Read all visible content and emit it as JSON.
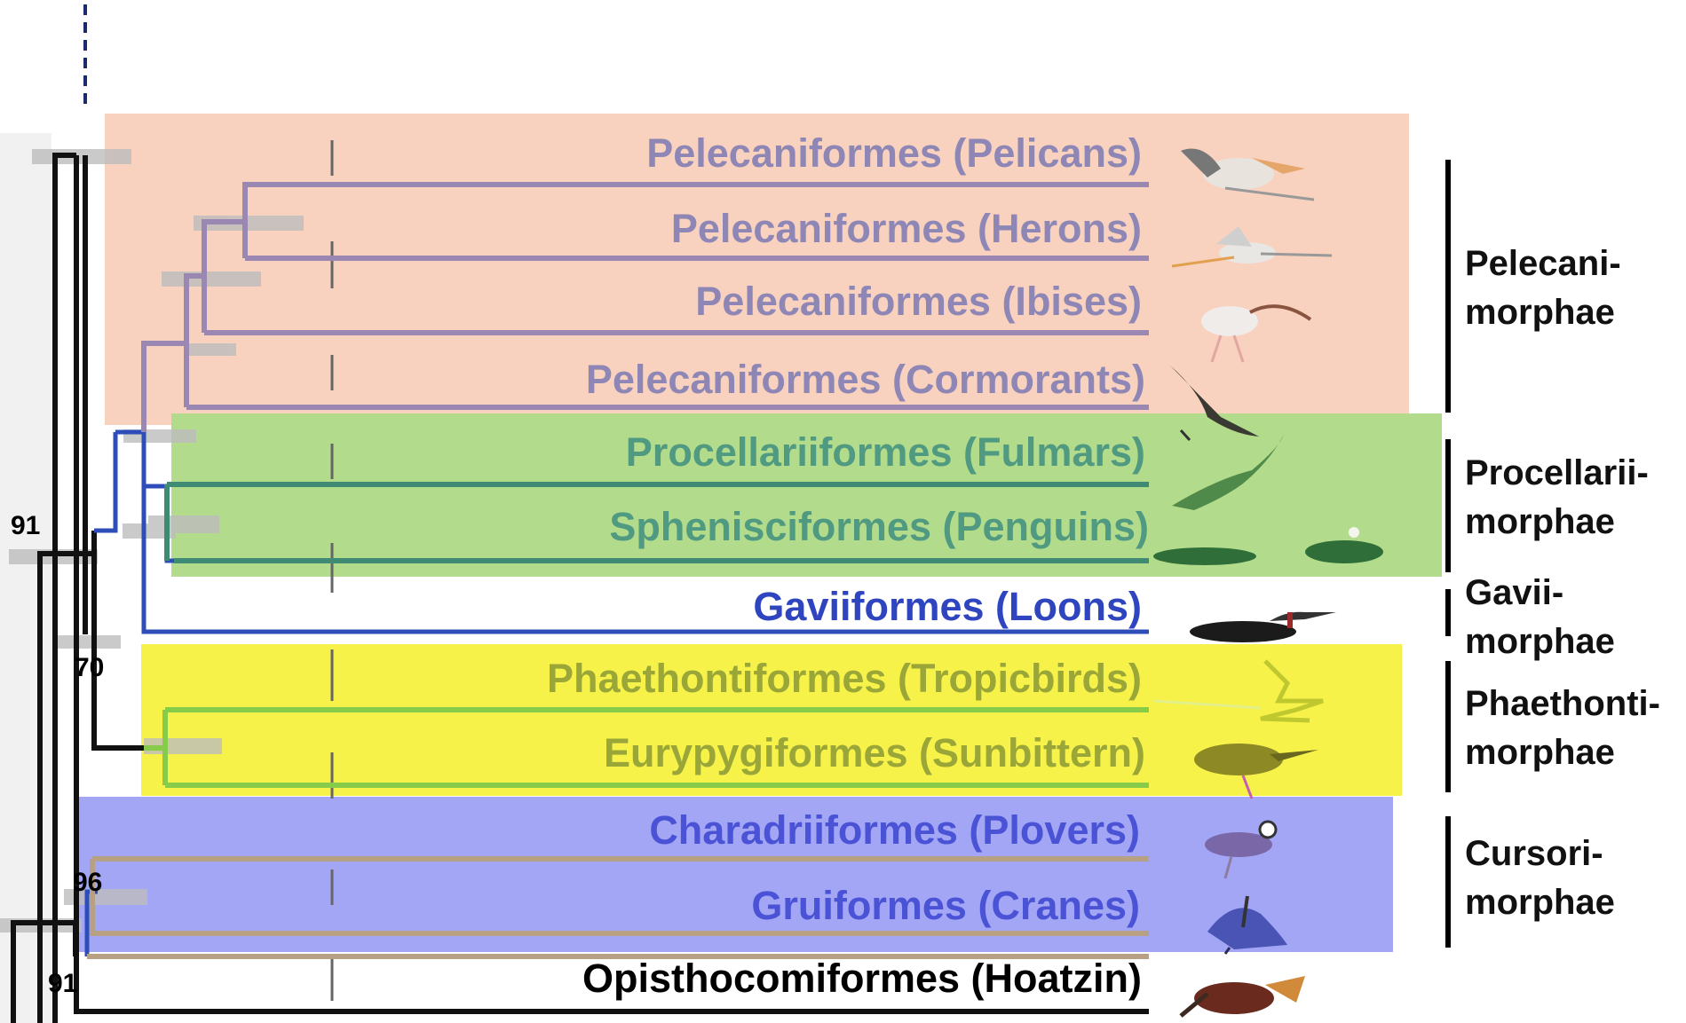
{
  "colors": {
    "pelecani_box": "#f9d1bf",
    "procellarii_box": "#b3db8c",
    "phaethonti_box": "#f7f24a",
    "cursori_box": "#a3a5f5",
    "pelecani_text": "#8e87b5",
    "procellarii_text": "#4f9a80",
    "gavii_text": "#2f45c0",
    "phaethonti_text": "#9aa638",
    "cursori_text": "#4a52d6",
    "hoatzin_text": "#000000",
    "pelecani_branch": "#9a88b2",
    "procellarii_branch": "#3f8a72",
    "gavii_branch": "#2f4db8",
    "phaethonti_branch": "#86cc4a",
    "cursori_branch": "#b8a085",
    "stem_branch": "#111111"
  },
  "taxa": [
    {
      "label": "Pelecaniformes (Pelicans)",
      "group": "pelecani",
      "icon": "pelican-icon"
    },
    {
      "label": "Pelecaniformes (Herons)",
      "group": "pelecani",
      "icon": "heron-icon"
    },
    {
      "label": "Pelecaniformes (Ibises)",
      "group": "pelecani",
      "icon": "ibis-icon"
    },
    {
      "label": "Pelecaniformes (Cormorants)",
      "group": "pelecani",
      "icon": "cormorant-icon"
    },
    {
      "label": "Procellariiformes (Fulmars)",
      "group": "procellarii",
      "icon": "fulmar-icon"
    },
    {
      "label": "Sphenisciformes (Penguins)",
      "group": "procellarii",
      "icon": "penguin-icon"
    },
    {
      "label": "Gaviiformes (Loons)",
      "group": "gavii",
      "icon": "loon-icon"
    },
    {
      "label": "Phaethontiformes (Tropicbirds)",
      "group": "phaethonti",
      "icon": "tropicbird-icon"
    },
    {
      "label": "Eurypygiformes (Sunbittern)",
      "group": "phaethonti",
      "icon": "sunbittern-icon"
    },
    {
      "label": "Charadriiformes (Plovers)",
      "group": "cursori",
      "icon": "plover-icon"
    },
    {
      "label": "Gruiformes (Cranes)",
      "group": "cursori",
      "icon": "crane-icon"
    },
    {
      "label": "Opisthocomiformes (Hoatzin)",
      "group": "hoatzin",
      "icon": "hoatzin-icon"
    }
  ],
  "groups": [
    {
      "line1": "Pelecani-",
      "line2": "morphae"
    },
    {
      "line1": "Procellarii-",
      "line2": "morphae"
    },
    {
      "line1": "Gavii-",
      "line2": "morphae"
    },
    {
      "line1": "Phaethonti-",
      "line2": "morphae"
    },
    {
      "line1": "Cursori-",
      "line2": "morphae"
    }
  ],
  "support": [
    "91",
    "70",
    "96",
    "91"
  ]
}
